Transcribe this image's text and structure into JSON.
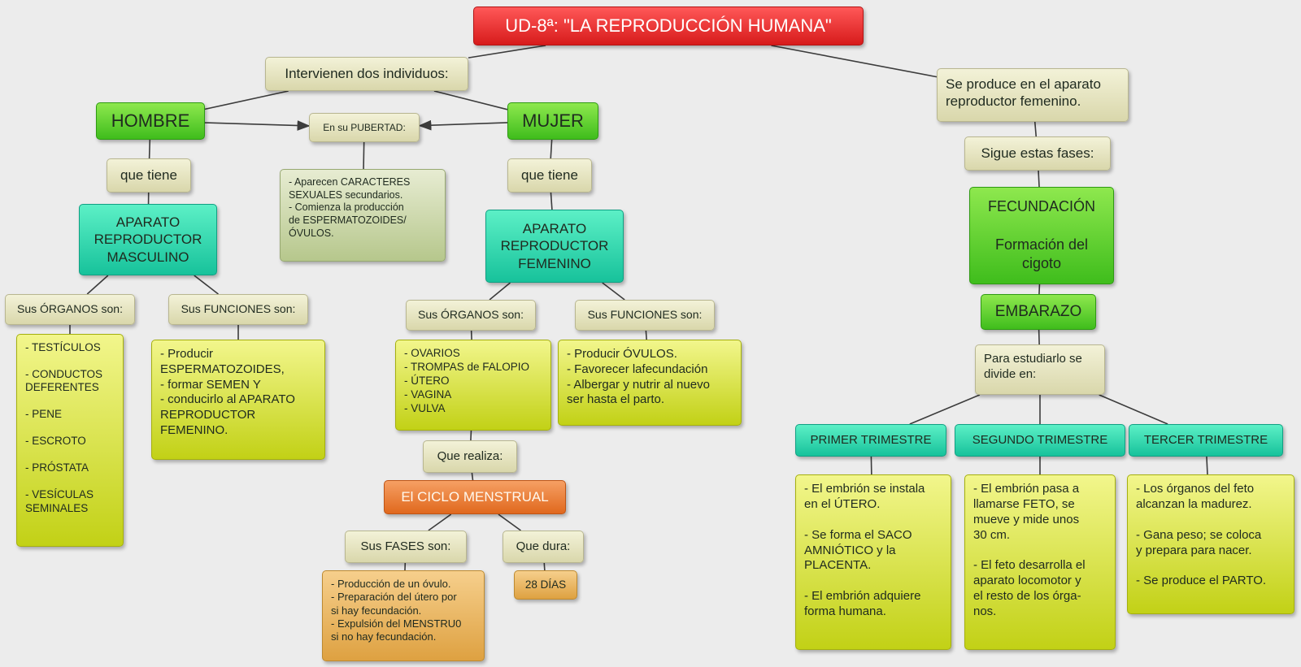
{
  "nodes": {
    "title": "UD-8ª: \"LA REPRODUCCIÓN HUMANA\"",
    "intervienen": "Intervienen dos individuos:",
    "hombre": "HOMBRE",
    "mujer": "MUJER",
    "pubertad": "En su PUBERTAD:",
    "caracteres": "- Aparecen CARACTERES\n   SEXUALES secundarios.\n- Comienza la producción\n   de ESPERMATOZOIDES/\n   ÓVULOS.",
    "que_tiene_h": "que tiene",
    "que_tiene_m": "que tiene",
    "aparato_masc": "APARATO\nREPRODUCTOR\nMASCULINO",
    "aparato_fem": "APARATO\nREPRODUCTOR\nFEMENINO",
    "organos_h": "Sus ÓRGANOS son:",
    "funciones_h": "Sus FUNCIONES son:",
    "organos_m": "Sus ÓRGANOS son:",
    "funciones_m": "Sus FUNCIONES son:",
    "lista_organos_h": "- TESTÍCULOS\n\n- CONDUCTOS\n   DEFERENTES\n\n- PENE\n\n- ESCROTO\n\n- PRÓSTATA\n\n- VESÍCULAS\n   SEMINALES",
    "lista_funciones_h": "- Producir\n   ESPERMATOZOIDES,\n- formar SEMEN Y\n- conducirlo al APARATO\n   REPRODUCTOR\n   FEMENINO.",
    "lista_organos_m": "- OVARIOS\n- TROMPAS de FALOPIO\n- ÚTERO\n- VAGINA\n- VULVA",
    "lista_funciones_m": "- Producir ÓVULOS.\n- Favorecer lafecundación\n- Albergar y nutrir al nuevo\n   ser hasta el parto.",
    "que_realiza": "Que realiza:",
    "ciclo": "El CICLO MENSTRUAL",
    "fases": "Sus FASES son:",
    "que_dura": "Que dura:",
    "lista_fases": "- Producción de un óvulo.\n- Preparación del útero por\n   si hay fecundación.\n- Expulsión del MENSTRU0\n   si no hay fecundación.",
    "dias": "28 DÍAS",
    "se_produce": "Se produce en el aparato\nreproductor femenino.",
    "sigue_fases": "Sigue estas fases:",
    "fecundacion": "FECUNDACIÓN\n\nFormación del\ncigoto",
    "embarazo": "EMBARAZO",
    "para_estudiarlo": "Para estudiarlo se\ndivide en:",
    "primer": "PRIMER TRIMESTRE",
    "segundo": "SEGUNDO TRIMESTRE",
    "tercer": "TERCER TRIMESTRE",
    "desc_primer": "- El embrión se instala\n   en el ÚTERO.\n\n- Se forma el SACO\n   AMNIÓTICO y la\n   PLACENTA.\n\n- El embrión adquiere\n   forma humana.",
    "desc_segundo": "- El embrión pasa a\n   llamarse FETO, se\n   mueve y mide unos\n   30 cm.\n\n- El feto desarrolla el\n   aparato locomotor y\n   el resto de los órga-\n   nos.",
    "desc_tercer": "- Los órganos del feto\n   alcanzan la madurez.\n\n- Gana peso; se coloca\n   y prepara para nacer.\n\n- Se produce el PARTO."
  },
  "colors": {
    "title": "#e52a2a",
    "connector": "#3c3c3c"
  },
  "edges": [
    [
      "title",
      "intervienen"
    ],
    [
      "title",
      "se_produce"
    ],
    [
      "intervienen",
      "hombre"
    ],
    [
      "intervienen",
      "mujer"
    ],
    [
      "hombre",
      "pubertad",
      true
    ],
    [
      "mujer",
      "pubertad",
      true
    ],
    [
      "pubertad",
      "caracteres"
    ],
    [
      "hombre",
      "que_tiene_h"
    ],
    [
      "que_tiene_h",
      "aparato_masc"
    ],
    [
      "aparato_masc",
      "organos_h"
    ],
    [
      "aparato_masc",
      "funciones_h"
    ],
    [
      "organos_h",
      "lista_organos_h"
    ],
    [
      "funciones_h",
      "lista_funciones_h"
    ],
    [
      "mujer",
      "que_tiene_m"
    ],
    [
      "que_tiene_m",
      "aparato_fem"
    ],
    [
      "aparato_fem",
      "organos_m"
    ],
    [
      "aparato_fem",
      "funciones_m"
    ],
    [
      "organos_m",
      "lista_organos_m"
    ],
    [
      "funciones_m",
      "lista_funciones_m"
    ],
    [
      "lista_organos_m",
      "que_realiza"
    ],
    [
      "que_realiza",
      "ciclo"
    ],
    [
      "ciclo",
      "fases"
    ],
    [
      "ciclo",
      "que_dura"
    ],
    [
      "fases",
      "lista_fases"
    ],
    [
      "que_dura",
      "dias"
    ],
    [
      "se_produce",
      "sigue_fases"
    ],
    [
      "sigue_fases",
      "fecundacion"
    ],
    [
      "fecundacion",
      "embarazo"
    ],
    [
      "embarazo",
      "para_estudiarlo"
    ],
    [
      "para_estudiarlo",
      "primer"
    ],
    [
      "para_estudiarlo",
      "segundo"
    ],
    [
      "para_estudiarlo",
      "tercer"
    ],
    [
      "primer",
      "desc_primer"
    ],
    [
      "segundo",
      "desc_segundo"
    ],
    [
      "tercer",
      "desc_tercer"
    ]
  ]
}
